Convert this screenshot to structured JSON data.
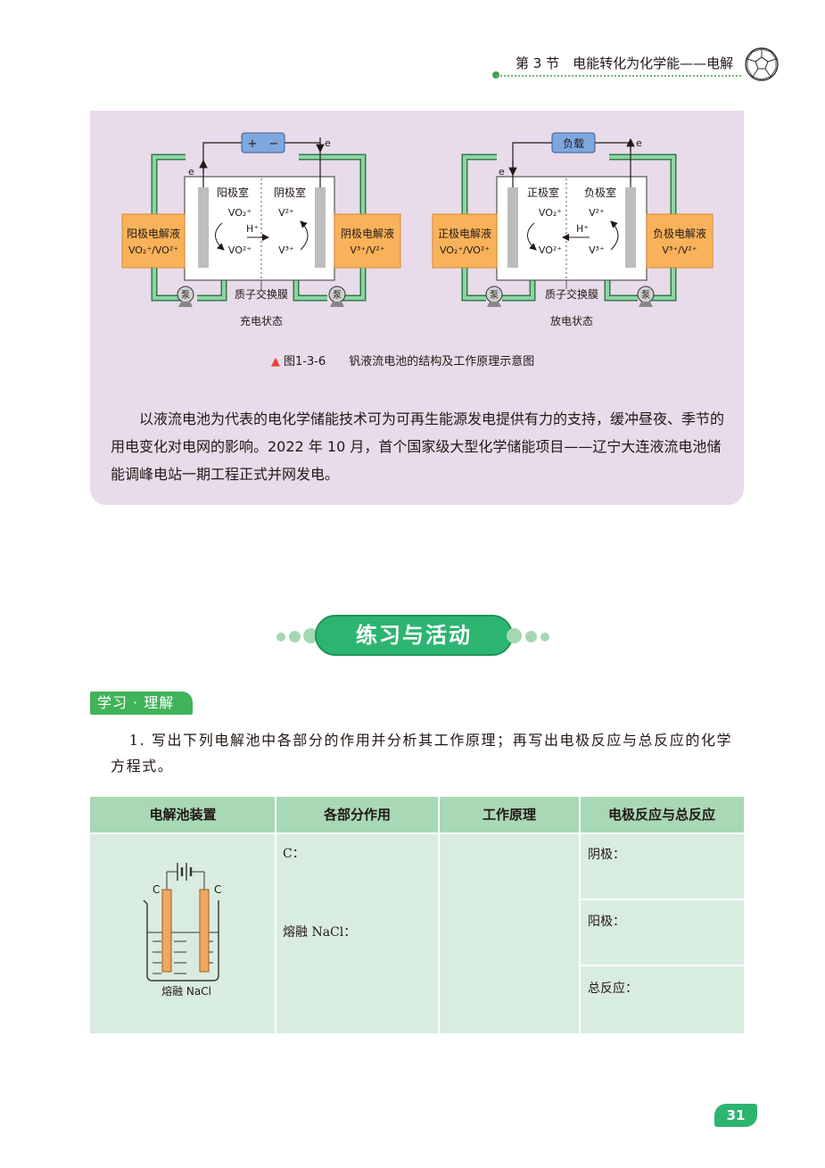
{
  "header": {
    "section_title": "第 3 节　电能转化为化学能——电解"
  },
  "figure": {
    "caption_number": "图1-3-6",
    "caption_text": "钒液流电池的结构及工作原理示意图",
    "charging": {
      "state_label": "充电状态",
      "power_plus": "+",
      "power_minus": "−",
      "electron_left": "e",
      "electron_right": "e",
      "left_chamber": "阳极室",
      "right_chamber": "阴极室",
      "left_tank_title": "阳极电解液",
      "left_tank_formula": "VO₂⁺/VO²⁺",
      "right_tank_title": "阴极电解液",
      "right_tank_formula": "V³⁺/V²⁺",
      "left_top_ion": "VO₂⁺",
      "left_bottom_ion": "VO²⁺",
      "right_top_ion": "V²⁺",
      "right_bottom_ion": "V³⁺",
      "proton": "H⁺",
      "membrane_label": "质子交换膜",
      "pump_label": "泵"
    },
    "discharging": {
      "state_label": "放电状态",
      "load_label": "负载",
      "electron_left": "e",
      "electron_right": "e",
      "left_chamber": "正极室",
      "right_chamber": "负极室",
      "left_tank_title": "正极电解液",
      "left_tank_formula": "VO₂⁺/VO²⁺",
      "right_tank_title": "负极电解液",
      "right_tank_formula": "V³⁺/V²⁺",
      "left_top_ion": "VO₂⁺",
      "left_bottom_ion": "VO²⁺",
      "right_top_ion": "V²⁺",
      "right_bottom_ion": "V³⁺",
      "proton": "H⁺",
      "membrane_label": "质子交换膜",
      "pump_label": "泵"
    }
  },
  "paragraph": {
    "text": "以液流电池为代表的电化学储能技术可为可再生能源发电提供有力的支持，缓冲昼夜、季节的用电变化对电网的影响。2022 年 10 月，首个国家级大型化学储能项目——辽宁大连液流电池储能调峰电站一期工程正式并网发电。"
  },
  "section_banner": "练习与活动",
  "tag_label": "学习 · 理解",
  "question": {
    "text": "1. 写出下列电解池中各部分的作用并分析其工作原理；再写出电极反应与总反应的化学方程式。"
  },
  "table": {
    "headers": [
      "电解池装置",
      "各部分作用",
      "工作原理",
      "电极反应与总反应"
    ],
    "apparatus": {
      "electrode_left": "C",
      "electrode_right": "C",
      "electrolyte_label": "熔融 NaCl"
    },
    "roles": [
      "C：",
      "熔融 NaCl："
    ],
    "reactions": [
      "阴极：",
      "阳极：",
      "总反应："
    ]
  },
  "page_number": "31",
  "colors": {
    "box_bg": "#e8dbea",
    "accent_green": "#2cb571",
    "tank_orange": "#f9b25a",
    "pipe_green": "#7ec79a",
    "table_bg": "#d8ecdf",
    "table_header": "#a8d8b5"
  }
}
